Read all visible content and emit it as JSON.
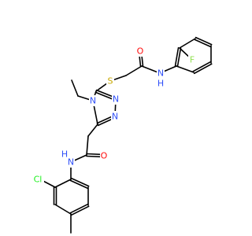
{
  "colors": {
    "bond": "#000000",
    "O": "#ff0d0d",
    "N": "#3050f8",
    "S": "#c8a800",
    "F": "#90e050",
    "Cl": "#1ff01f",
    "C": "#000000"
  },
  "atoms": [
    {
      "name": "atom-O-top",
      "label": "O",
      "el": "O"
    },
    {
      "name": "atom-NH-top",
      "label": "N",
      "el": "N"
    },
    {
      "name": "atom-H-top",
      "label": "H",
      "el": "N"
    },
    {
      "name": "atom-F",
      "label": "F",
      "el": "F"
    },
    {
      "name": "atom-S",
      "label": "S",
      "el": "S"
    },
    {
      "name": "atom-N4",
      "label": "N",
      "el": "N"
    },
    {
      "name": "atom-N2",
      "label": "N",
      "el": "N"
    },
    {
      "name": "atom-N1",
      "label": "N",
      "el": "N"
    },
    {
      "name": "atom-O-bottom",
      "label": "O",
      "el": "O"
    },
    {
      "name": "atom-H-bottom",
      "label": "H",
      "el": "N"
    },
    {
      "name": "atom-NH-bottom",
      "label": "N",
      "el": "N"
    },
    {
      "name": "atom-Cl",
      "label": "Cl",
      "el": "Cl"
    }
  ]
}
